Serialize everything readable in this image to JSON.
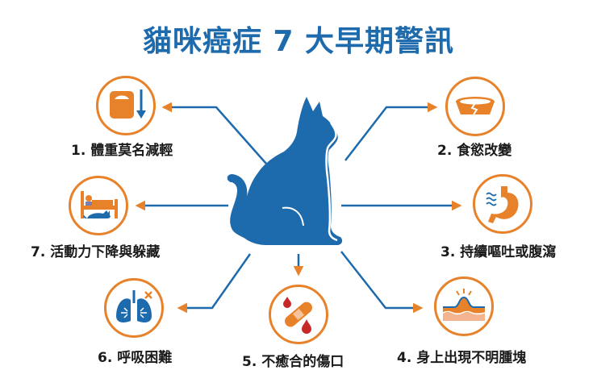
{
  "title": "貓咪癌症 7 大早期警訊",
  "colors": {
    "title_blue": "#1d6aad",
    "cat_blue": "#1d6aad",
    "line_blue": "#1d6aad",
    "accent_orange": "#e8822a",
    "label_black": "#1a1a1a"
  },
  "center": {
    "icon": "sitting-cat-silhouette-icon"
  },
  "signs": [
    {
      "number": "1",
      "label": "1. 體重莫名減輕",
      "icon": "scale-weight-down-icon"
    },
    {
      "number": "2",
      "label": "2. 食慾改變",
      "icon": "cracked-food-bowl-icon"
    },
    {
      "number": "3",
      "label": "3. 持續嘔吐或腹瀉",
      "icon": "stomach-nausea-icon"
    },
    {
      "number": "4",
      "label": "4. 身上出現不明腫塊",
      "icon": "skin-lump-icon"
    },
    {
      "number": "5",
      "label": "5. 不癒合的傷口",
      "icon": "bandage-blood-icon"
    },
    {
      "number": "6",
      "label": "6. 呼吸困難",
      "icon": "lungs-icon"
    },
    {
      "number": "7",
      "label": "7. 活動力下降與躲藏",
      "icon": "bed-hiding-cat-icon"
    }
  ]
}
